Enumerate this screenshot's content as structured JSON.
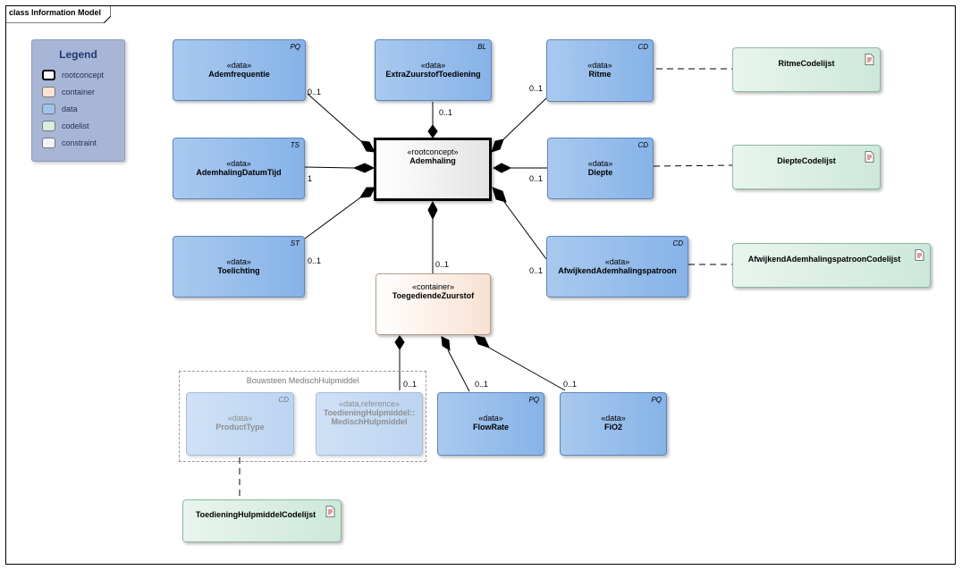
{
  "frame_title": "class Information Model",
  "legend": {
    "title": "Legend",
    "items": [
      {
        "label": "rootconcept",
        "color": "#ffffff"
      },
      {
        "label": "container",
        "color": "#f8e2d3"
      },
      {
        "label": "data",
        "color": "#9fc3ec"
      },
      {
        "label": "codelist",
        "color": "#d6ede0"
      },
      {
        "label": "constraint",
        "color": "#f1f2fb"
      }
    ]
  },
  "package": {
    "label": "Bouwsteen MedischHulpmiddel"
  },
  "classes": {
    "ademhaling": {
      "stereotype": "«rootconcept»",
      "name": "Ademhaling"
    },
    "toegediende": {
      "stereotype": "«container»",
      "name": "ToegediendeZuurstof"
    },
    "ademfrequentie": {
      "stereotype": "«data»",
      "name": "Ademfrequentie",
      "type": "PQ"
    },
    "extrazuurstof": {
      "stereotype": "«data»",
      "name": "ExtraZuurstofToediening",
      "type": "BL"
    },
    "ritme": {
      "stereotype": "«data»",
      "name": "Ritme",
      "type": "CD"
    },
    "datumtijd": {
      "stereotype": "«data»",
      "name": "AdemhalingDatumTijd",
      "type": "TS"
    },
    "diepte": {
      "stereotype": "«data»",
      "name": "Diepte",
      "type": "CD"
    },
    "toelichting": {
      "stereotype": "«data»",
      "name": "Toelichting",
      "type": "ST"
    },
    "afwijkend": {
      "stereotype": "«data»",
      "name": "AfwijkendAdemhalingspatroon",
      "type": "CD"
    },
    "producttype": {
      "stereotype": "«data»",
      "name": "ProductType",
      "type": "CD"
    },
    "hulpmiddel": {
      "stereotype": "«data,reference»",
      "name_line1": "ToedieningHulpmiddel::",
      "name_line2": "MedischHulpmiddel"
    },
    "flowrate": {
      "stereotype": "«data»",
      "name": "FlowRate",
      "type": "PQ"
    },
    "fio2": {
      "stereotype": "«data»",
      "name": "FiO2",
      "type": "PQ"
    }
  },
  "codelists": {
    "ritme": "RitmeCodelijst",
    "diepte": "DiepteCodelijst",
    "afwijkend": "AfwijkendAdemhalingspatroonCodelijst",
    "hulpmiddel": "ToedieningHulpmiddelCodelijst"
  },
  "multiplicities": {
    "ademfrequentie": "0..1",
    "extrazuurstof": "0..1",
    "ritme": "0..1",
    "datumtijd": "1",
    "diepte": "0..1",
    "toelichting": "0..1",
    "toegediende": "0..1",
    "afwijkend": "0..1",
    "hulpmiddel": "0..1",
    "flowrate": "0..1",
    "fio2": "0..1"
  }
}
